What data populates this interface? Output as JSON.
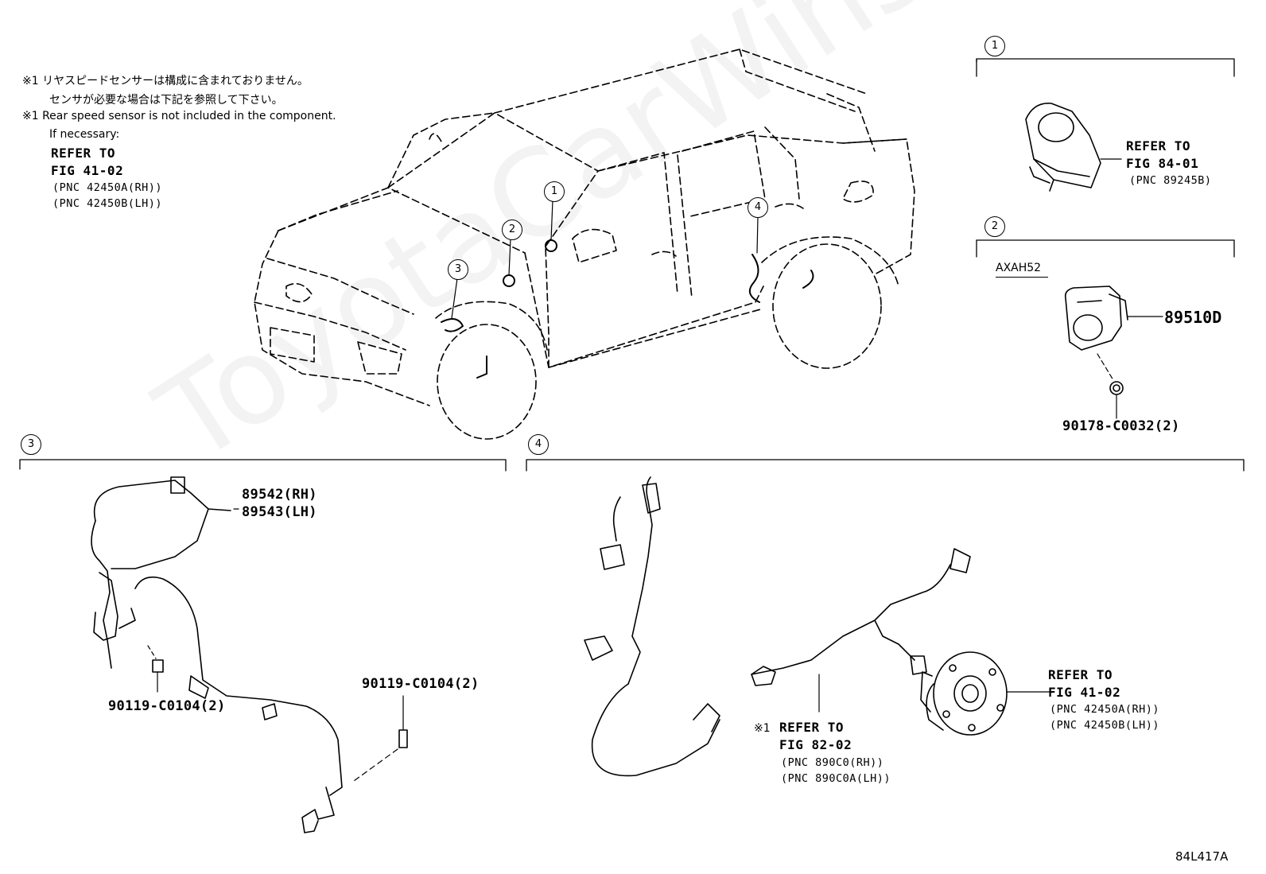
{
  "watermark": "ToyotaCarWins.ru",
  "note": {
    "line1_jp": "※1 リヤスピードセンサーは構成に含まれておりません。",
    "line2_jp": "センサが必要な場合は下記を参照して下さい。",
    "line3_en": "※1 Rear speed sensor is not included in the component.",
    "line4_en": "If necessary:",
    "refer": "REFER TO",
    "fig": "FIG 41-02",
    "pnc_rh": "(PNC 42450A(RH))",
    "pnc_lh": "(PNC 42450B(LH))"
  },
  "callouts": [
    "1",
    "2",
    "3",
    "4"
  ],
  "section1": {
    "refer": "REFER TO",
    "fig": "FIG 84-01",
    "pnc": "(PNC 89245B)"
  },
  "section2": {
    "model": "AXAH52",
    "part": "89510D",
    "nut": "90178-C0032(2)"
  },
  "section3": {
    "part_rh": "89542(RH)",
    "part_lh": "89543(LH)",
    "bolt_a": "90119-C0104(2)",
    "bolt_b": "90119-C0104(2)"
  },
  "section4": {
    "note_mark": "※1",
    "refer_a": "REFER TO",
    "fig_a": "FIG 82-02",
    "pnc_a_rh": "(PNC 890C0(RH))",
    "pnc_a_lh": "(PNC 890C0A(LH))",
    "refer_b": "REFER TO",
    "fig_b": "FIG 41-02",
    "pnc_b_rh": "(PNC 42450A(RH))",
    "pnc_b_lh": "(PNC 42450B(LH))"
  },
  "figure_id": "84L417A"
}
